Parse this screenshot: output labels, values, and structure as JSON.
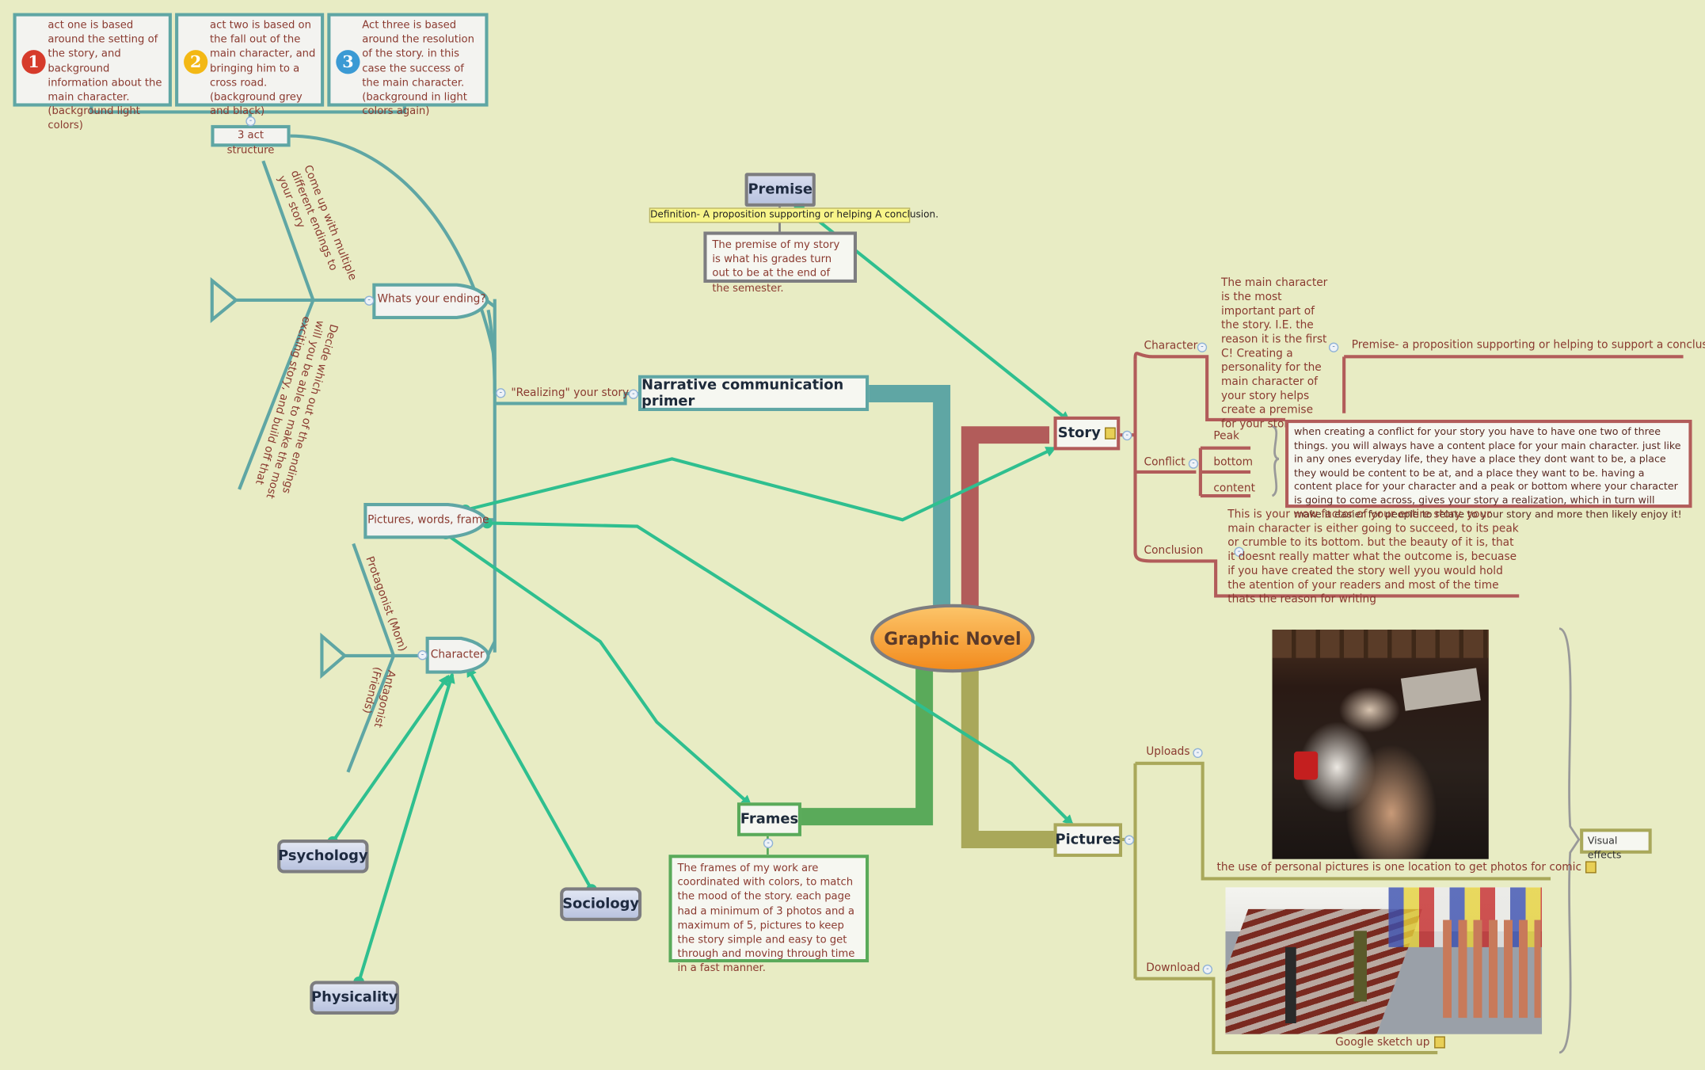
{
  "central": {
    "label": "Graphic Novel"
  },
  "acts": [
    {
      "num": "1",
      "color": "#d63b2b",
      "text": "act one is based around the setting of the story, and background information about the main character. (background light colors)"
    },
    {
      "num": "2",
      "color": "#f3b815",
      "text": "act two is based on the fall out of the main character, and bringing him to a cross road. (background grey and black)"
    },
    {
      "num": "3",
      "color": "#3b9ad4",
      "text": "Act three is based around the resolution of the story. in this case the success of the main character. (background in light colors again)"
    }
  ],
  "left": {
    "three_act": "3 act structure",
    "endings_up": "Come up with multiple different endings to your story",
    "endings_down": "Decide which out of the endings will you be able to make the most exciting story, and build off that",
    "whats_ending": "Whats your ending?",
    "realizing": "\"Realizing\" your story",
    "pictures_words": "Pictures, words, frame",
    "protagonist": "Protagonist (Mom)",
    "antagonist": "Antagonist (Friends)",
    "character": "Character"
  },
  "premise": {
    "title": "Premise",
    "definition": "Definition- A proposition supporting or helping A conclusion.",
    "note": "The premise of my story is what his grades turn out to be at the end of the semester."
  },
  "narrative": {
    "title": "Narrative communication primer"
  },
  "frames": {
    "title": "Frames",
    "note": "The frames of my work are coordinated with colors, to match the mood of the story. each page had a minimum of 3 photos and a maximum of 5, pictures to keep the story simple and easy to get through and moving through time in a fast manner."
  },
  "floating": {
    "psychology": "Psychology",
    "sociology": "Sociology",
    "physicality": "Physicality"
  },
  "story": {
    "title": "Story",
    "character_label": "Character",
    "character_text": "The main character is the most important part of the story. I.E. the reason it is the first C! Creating a personality for the main character of your story helps create a premise for your story.",
    "premise_text": "Premise- a proposition supporting or helping to support a conclusion.",
    "conflict_label": "Conflict",
    "conflict_items": [
      "Peak",
      "bottom",
      "content"
    ],
    "conflict_text": "when creating a conflict for your story you have to have one two of three things. you will always have a content place for your main character. just like in any ones everyday life, they have a place they dont want to be, a place they would be content to be at, and a place they want to be. having a content place for your character and a peak or bottom where your character is going to come across, gives your story a realization, which in turn will make it easier for people to relate to your story and more then likely enjoy it!",
    "conclusion_label": "Conclusion",
    "conclusion_text": "This is your wow factor of your entire story. your main character is either going to succeed, to its peak or crumble to its bottom. but the beauty of it is, that it doesnt really matter what the outcome is, becuase if you have created the story well yyou would hold the atention of your readers and most of the time thats the reason for writing"
  },
  "pictures": {
    "title": "Pictures",
    "uploads_label": "Uploads",
    "uploads_caption": "the use of personal pictures is one location to get photos for comic",
    "download_label": "Download",
    "download_caption": "Google sketch up",
    "visual_effects": "Visual effects"
  },
  "colors": {
    "background": "#e8ecc4",
    "teal": "#5fa6a4",
    "arrow": "#2fbf8f",
    "story_branch": "#b25c5a",
    "pictures_branch": "#a9a85a",
    "frames_branch": "#5aaa5a",
    "central_orange": "#f39a2a"
  }
}
